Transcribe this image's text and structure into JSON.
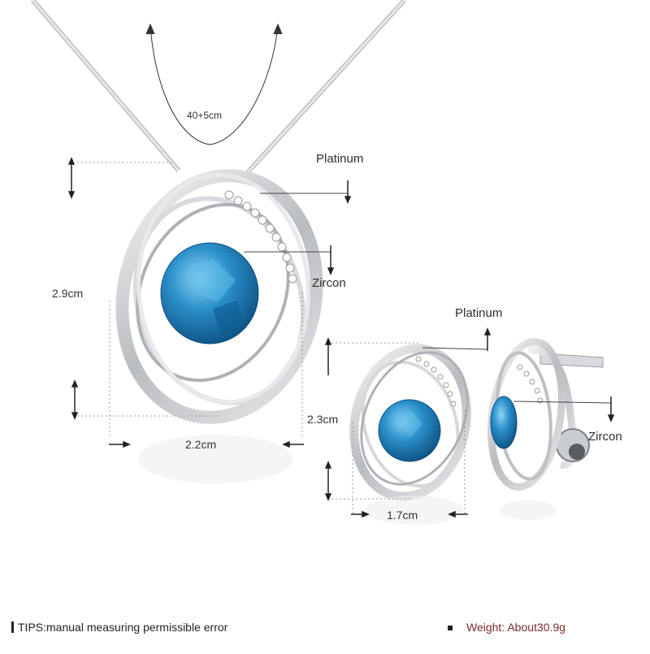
{
  "necklace": {
    "chain_length": "40+5cm",
    "material_label": "Platinum",
    "stone_label": "Zircon",
    "height": "2.9cm",
    "width": "2.2cm"
  },
  "earring": {
    "material_label": "Platinum",
    "stone_label": "Zircon",
    "height": "2.3cm",
    "width": "1.7cm"
  },
  "footer": {
    "tips": "TIPS:manual measuring permissible error",
    "weight": "Weight: About30.9g"
  },
  "colors": {
    "silver": "#c9ccd0",
    "stone_blue": "#2a8fc9",
    "weight_text": "#7a2a2a"
  }
}
